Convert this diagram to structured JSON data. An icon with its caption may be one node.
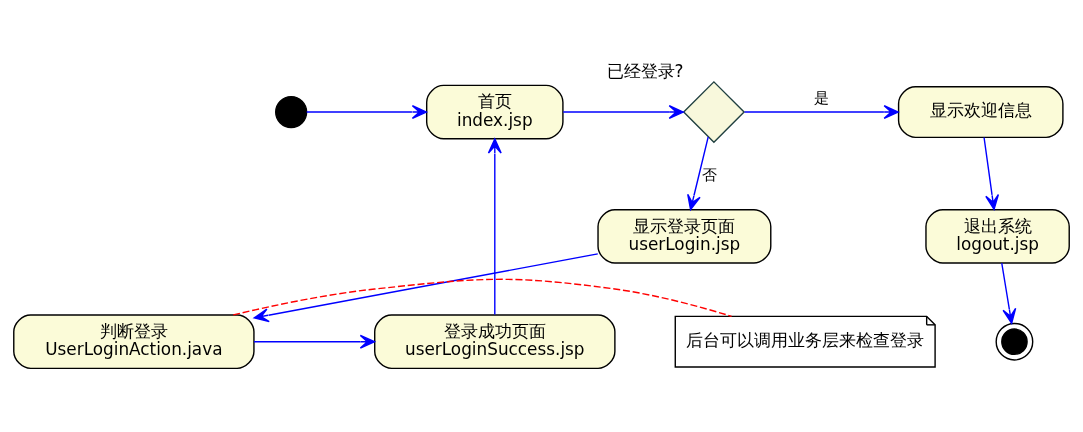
{
  "diagram": {
    "nodes": [
      {
        "text": [],
        "shape": "circle"
      },
      {
        "text": [
          "首页",
          "index.jsp"
        ]
      },
      {
        "text": [],
        "shape": "diamond",
        "beside": [
          "已经登录?"
        ]
      },
      {
        "text": [
          "显示欢迎信息"
        ]
      },
      {
        "text": [
          "退出系统",
          "logout.jsp"
        ]
      },
      {
        "text": [],
        "shape": "bullseye"
      },
      {
        "text": [
          "显示登录页面",
          "userLogin.jsp"
        ]
      },
      {
        "text": [
          "判断登录",
          "UserLoginAction.java"
        ]
      },
      {
        "text": [
          "登录成功页面",
          "userLoginSuccess.jsp"
        ]
      },
      {
        "text": [
          "后台可以调用业务层来检查登录"
        ]
      }
    ],
    "edges": [
      {
        "from": 0,
        "to": 1,
        "arrow": "to"
      },
      {
        "from": 1,
        "to": 2,
        "arrow": "to"
      },
      {
        "from": 2,
        "to": 3,
        "arrow": "to",
        "label": "是"
      },
      {
        "from": 3,
        "to": 4,
        "arrow": "to"
      },
      {
        "from": 4,
        "to": 5,
        "arrow": "to"
      },
      {
        "from": 2,
        "to": 6,
        "arrow": "to",
        "label": "否"
      },
      {
        "from": 6,
        "to": 7,
        "arrow": "to"
      },
      {
        "from": 7,
        "to": 8,
        "arrow": "to"
      },
      {
        "from": 8,
        "to": 1,
        "arrow": "to"
      },
      {
        "from": 7,
        "to": 9,
        "arrow": "none",
        "style": "dashed",
        "color": "#ff0000"
      }
    ]
  }
}
